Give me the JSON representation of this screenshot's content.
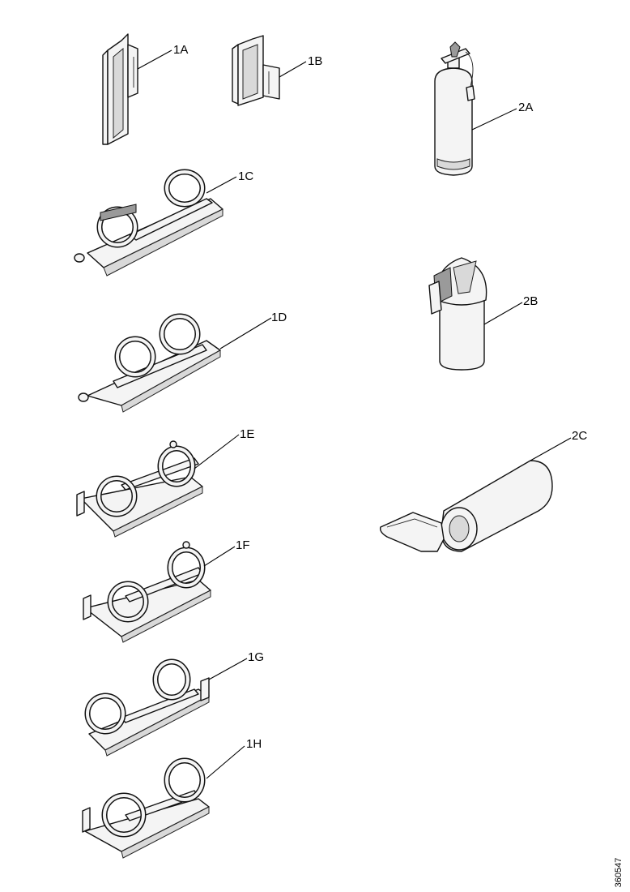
{
  "labels": {
    "l1A": "1A",
    "l1B": "1B",
    "l1C": "1C",
    "l1D": "1D",
    "l1E": "1E",
    "l1F": "1F",
    "l1G": "1G",
    "l1H": "1H",
    "l2A": "2A",
    "l2B": "2B",
    "l2C": "2C"
  },
  "reference_number": "360547"
}
